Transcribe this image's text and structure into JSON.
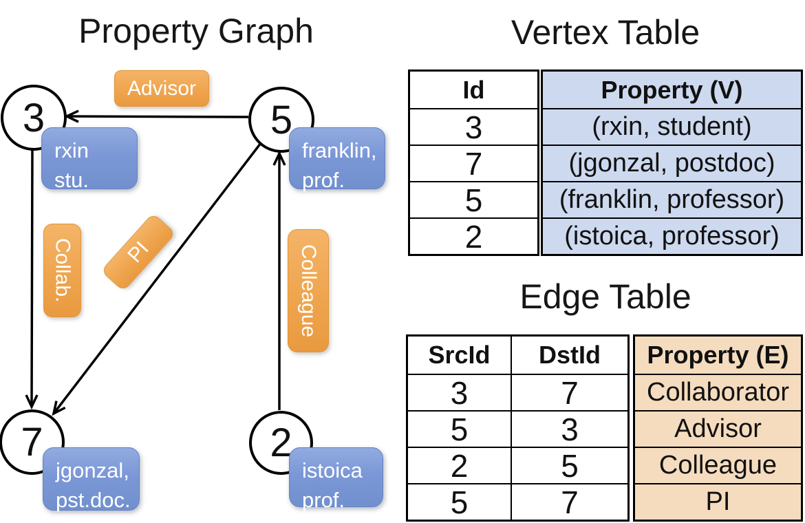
{
  "titles": {
    "graph": "Property Graph",
    "vertex_table": "Vertex Table",
    "edge_table": "Edge Table"
  },
  "graph": {
    "nodes": [
      {
        "id": "3"
      },
      {
        "id": "5"
      },
      {
        "id": "7"
      },
      {
        "id": "2"
      }
    ],
    "vertex_labels": [
      {
        "line1": "rxin",
        "line2": "stu."
      },
      {
        "line1": "franklin,",
        "line2": "prof."
      },
      {
        "line1": "jgonzal,",
        "line2": "pst.doc."
      },
      {
        "line1": "istoica",
        "line2": "prof."
      }
    ],
    "edge_labels": {
      "advisor": "Advisor",
      "collab": "Collab.",
      "pi": "PI",
      "colleague": "Colleague"
    }
  },
  "vertex_table": {
    "columns": {
      "id": "Id",
      "property": "Property (V)"
    },
    "rows": [
      {
        "id": "3",
        "property": "(rxin, student)"
      },
      {
        "id": "7",
        "property": "(jgonzal, postdoc)"
      },
      {
        "id": "5",
        "property": "(franklin, professor)"
      },
      {
        "id": "2",
        "property": "(istoica, professor)"
      }
    ]
  },
  "edge_table": {
    "columns": {
      "src": "SrcId",
      "dst": "DstId",
      "property": "Property (E)"
    },
    "rows": [
      {
        "src": "3",
        "dst": "7",
        "property": "Collaborator"
      },
      {
        "src": "5",
        "dst": "3",
        "property": "Advisor"
      },
      {
        "src": "2",
        "dst": "5",
        "property": "Colleague"
      },
      {
        "src": "5",
        "dst": "7",
        "property": "PI"
      }
    ]
  },
  "colors": {
    "vertex_property_bg": "#cdd9ef",
    "edge_property_bg": "#f5dcbe",
    "vertex_box_blue": "#7b97d6",
    "edge_box_orange": "#efa54e",
    "edge_line": "#000000"
  }
}
